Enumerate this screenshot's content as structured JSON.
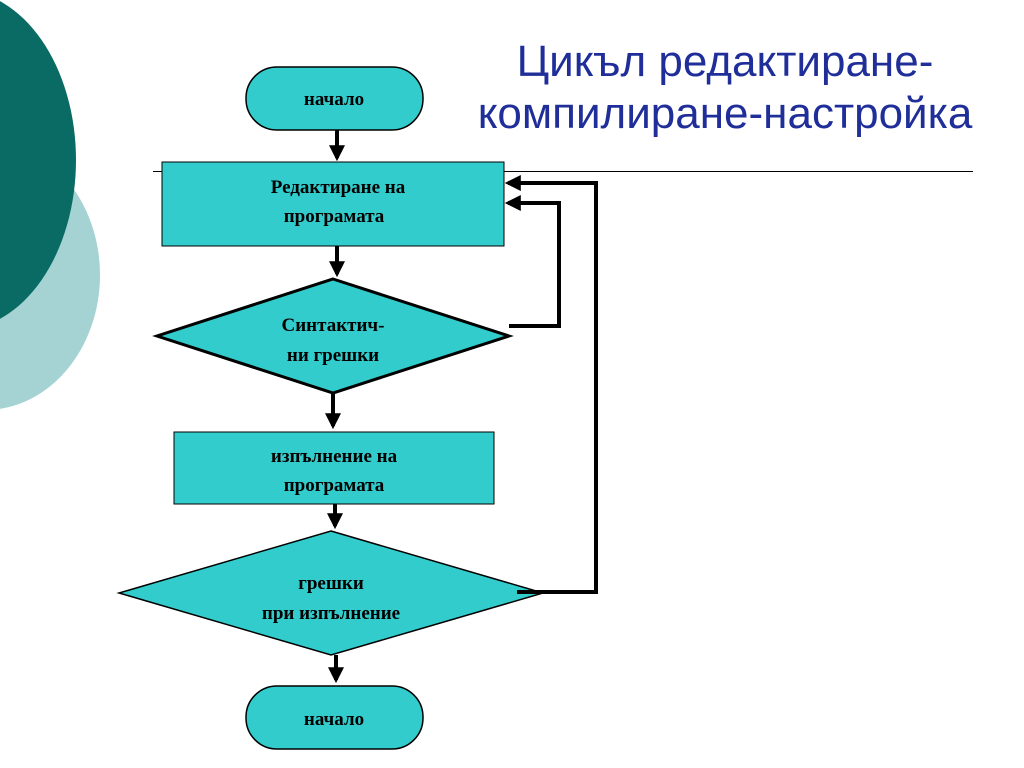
{
  "title": {
    "line1": "Цикъл редактиране-",
    "line2": "компилиране-настройка"
  },
  "colors": {
    "node_fill": "#33cccc",
    "node_stroke": "#000000",
    "title": "#1f2e99",
    "deco_dark": "#0a6a64",
    "deco_light": "#a5d2d2"
  },
  "flowchart": {
    "start": {
      "label": "начало"
    },
    "edit": {
      "line1": "Редактиране на",
      "line2": "програмата"
    },
    "syntax_check": {
      "line1": "Синтактич-",
      "line2": "ни грешки"
    },
    "execute": {
      "line1": "изпълнение на",
      "line2": "програмата"
    },
    "runtime_check": {
      "line1": "грешки",
      "line2": "при изпълнение"
    },
    "end": {
      "label": "начало"
    }
  }
}
